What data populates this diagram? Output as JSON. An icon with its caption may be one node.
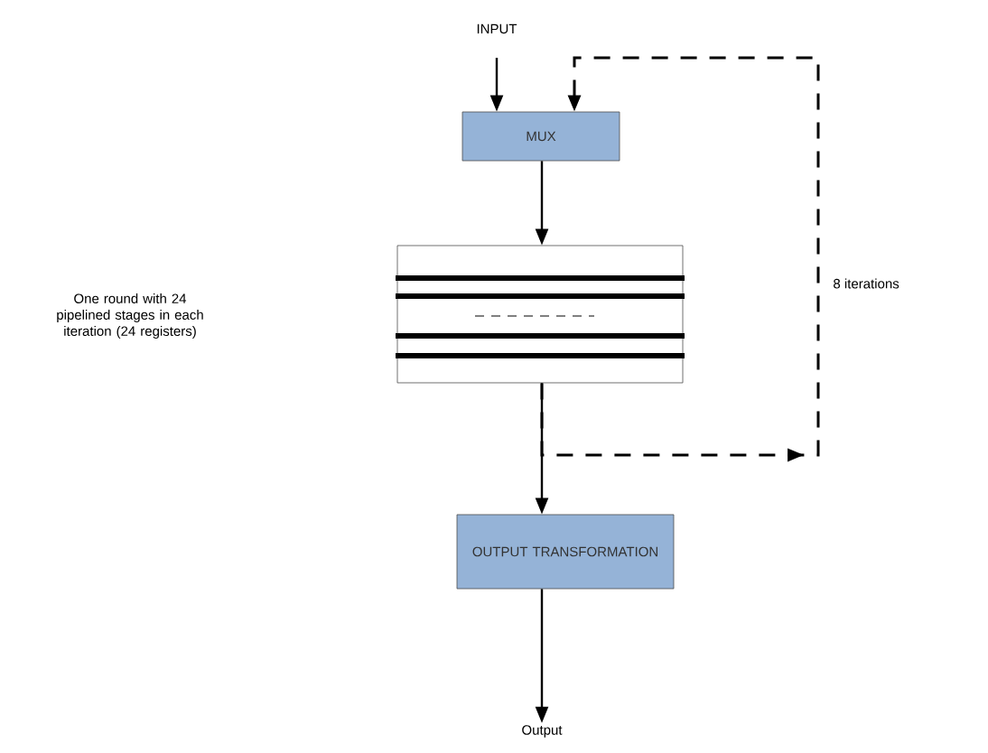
{
  "diagram": {
    "nodes": [
      {
        "text": [
          "INPUT"
        ]
      },
      {
        "text": [
          "MUX"
        ]
      },
      {
        "text": [],
        "shape": "box"
      },
      {
        "text": [
          "OUTPUT TRANSFORMATION"
        ]
      },
      {
        "text": [
          "Output"
        ]
      }
    ],
    "edges": [
      {
        "from": 0,
        "to": 1,
        "arrow": "to"
      },
      {
        "from": 1,
        "to": 2,
        "arrow": "to"
      },
      {
        "from": 2,
        "to": 3,
        "arrow": "to"
      },
      {
        "from": 3,
        "to": 4,
        "arrow": "to"
      },
      {
        "from": 2,
        "to": 1,
        "arrow": "to",
        "style": "dashed",
        "label": "8 iterations"
      }
    ],
    "labels": [
      "One round with 24 pipelined stages in each iteration (24 registers)"
    ]
  }
}
